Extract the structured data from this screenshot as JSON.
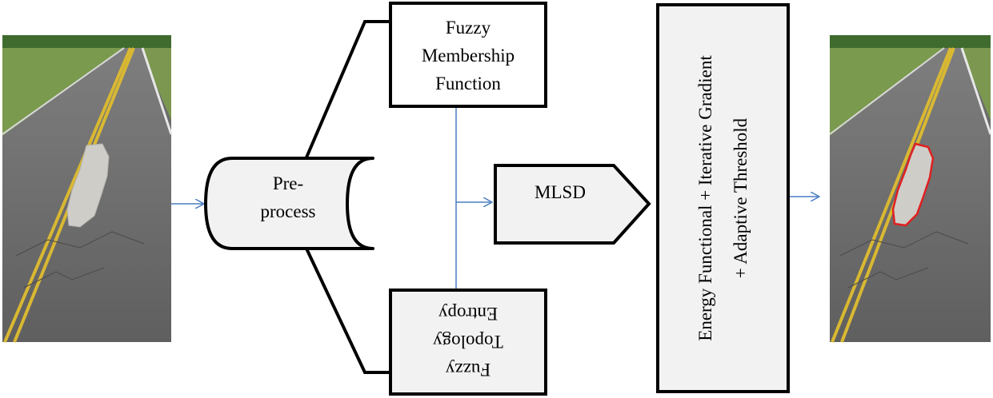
{
  "preprocess": {
    "line1": "Pre-",
    "line2": "process"
  },
  "fuzzy_membership": {
    "line1": "Fuzzy",
    "line2": "Membership",
    "line3": "Function"
  },
  "fuzzy_topology": {
    "line1": "Fuzzy",
    "line2": "Topology",
    "line3": "Entropy"
  },
  "mlsd": {
    "label": "MLSD"
  },
  "energy": {
    "line1": "Energy Functional + Iterative Gradient",
    "line2": "+ Adaptive Threshold"
  },
  "colors": {
    "box_fill": "#f2f2f2",
    "stroke": "#000000",
    "arrow": "#4a7fc0",
    "pothole_outline": "#e02020"
  }
}
